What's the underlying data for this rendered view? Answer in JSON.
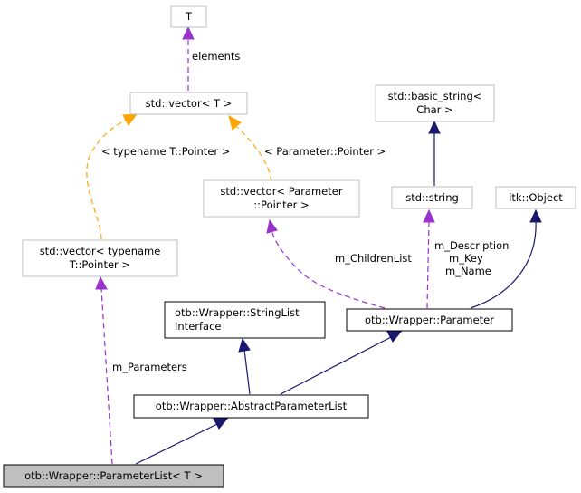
{
  "nodes": {
    "T": {
      "lines": [
        "T"
      ]
    },
    "vectorT": {
      "lines": [
        "std::vector< T >"
      ]
    },
    "basicString": {
      "lines": [
        "std::basic_string<",
        "Char >"
      ]
    },
    "stdString": {
      "lines": [
        "std::string"
      ]
    },
    "vectorParam": {
      "lines": [
        "std::vector< Parameter",
        "::Pointer >"
      ]
    },
    "itkObject": {
      "lines": [
        "itk::Object"
      ]
    },
    "vectorTypename": {
      "lines": [
        "std::vector< typename",
        "T::Pointer >"
      ]
    },
    "stringList": {
      "lines": [
        "otb::Wrapper::StringList",
        "Interface"
      ]
    },
    "parameter": {
      "lines": [
        "otb::Wrapper::Parameter"
      ]
    },
    "abstractList": {
      "lines": [
        "otb::Wrapper::AbstractParameterList"
      ]
    },
    "paramList": {
      "lines": [
        "otb::Wrapper::ParameterList< T >"
      ]
    }
  },
  "edge_labels": {
    "elements": "elements",
    "typename_pointer": "< typename T::Pointer >",
    "parameter_pointer": "< Parameter::Pointer >",
    "children_list": "m_ChildrenList",
    "description": "m_Description",
    "key": "m_Key",
    "name": "m_Name",
    "parameters": "m_Parameters"
  },
  "colors": {
    "inheritance": "#191970",
    "usage": "#9a32cd",
    "template": "#ffa500",
    "focus_fill": "#bfbfbf"
  }
}
